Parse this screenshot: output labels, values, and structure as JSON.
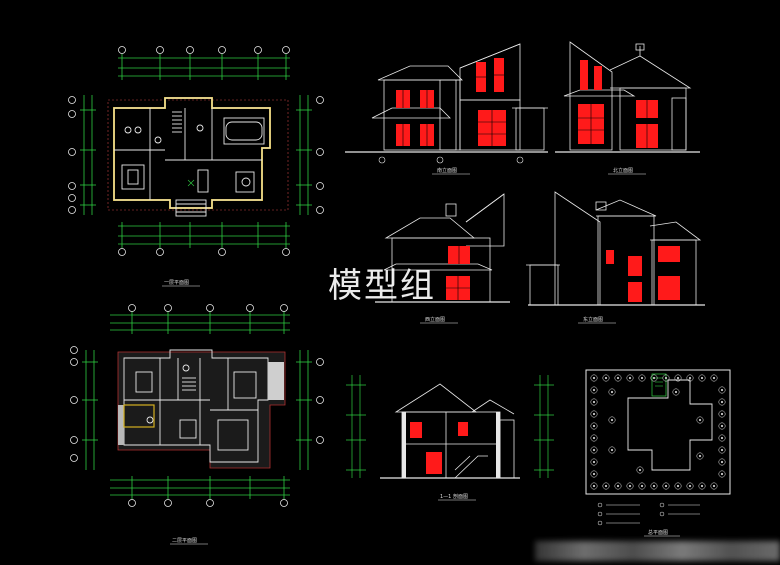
{
  "watermark": "模型组",
  "colors": {
    "background": "#000000",
    "line_white": "#e8e8e8",
    "dim_green": "#2ecc40",
    "wall_yellow": "#d4b020",
    "window_red": "#ff1a1a",
    "axis_cyan": "#7fd6d6"
  },
  "drawings": {
    "plan_ground": {
      "label": "一层平面图"
    },
    "plan_second": {
      "label": "二层平面图"
    },
    "elev_south": {
      "label": "南立面图"
    },
    "elev_north": {
      "label": "北立面图"
    },
    "elev_west": {
      "label": "西立面图"
    },
    "elev_east": {
      "label": "东立面图"
    },
    "section_11": {
      "label": "1—1 剖面图"
    },
    "site_plan": {
      "label": "总平面图"
    }
  }
}
